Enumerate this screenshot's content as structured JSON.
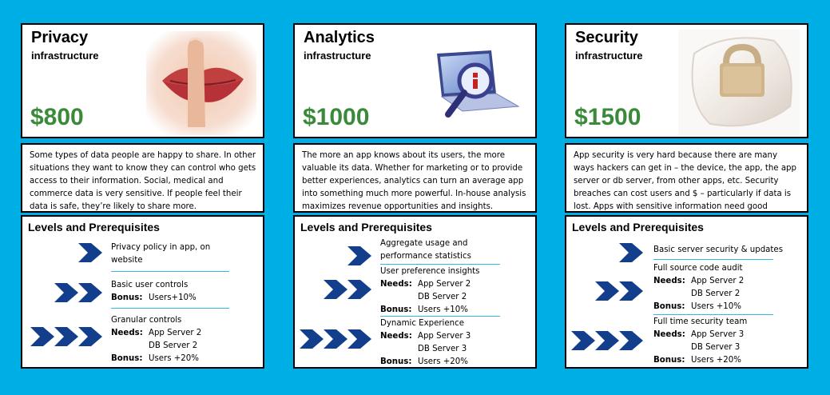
{
  "cards": [
    {
      "title": "Privacy",
      "subtitle": "infrastructure",
      "price": "$800",
      "image": "lips-shush-photo",
      "description": "Some types of data people are happy to share. In other situations they want to know they can control who gets access to their information. Social, medical and commerce data is very sensitive. If people feel their data is safe, they’re likely to share more.",
      "levels_title": "Levels and Prerequisites",
      "levels": [
        {
          "name_lines": [
            "Privacy policy in app, on",
            "website"
          ]
        },
        {
          "name_lines": [
            "Basic  user controls"
          ],
          "bonus_label": "Bonus:",
          "bonus": "Users+10%"
        },
        {
          "name_lines": [
            "Granular controls"
          ],
          "needs_label": "Needs:",
          "needs": [
            "App Server 2",
            "DB Server 2"
          ],
          "bonus_label": "Bonus:",
          "bonus": "Users +20%"
        }
      ]
    },
    {
      "title": "Analytics",
      "subtitle": "infrastructure",
      "price": "$1000",
      "image": "laptop-magnifier-icon",
      "description": "The more an app knows about its users, the more valuable its data. Whether for marketing or to provide better experiences, analytics can turn an average app into something much more powerful. In-house analysis maximizes revenue opportunities and insights.",
      "levels_title": "Levels and Prerequisites",
      "levels": [
        {
          "name_lines": [
            "Aggregate usage and",
            "performance statistics"
          ]
        },
        {
          "name_lines": [
            "User preference insights"
          ],
          "needs_label": "Needs:",
          "needs": [
            "App Server 2",
            "DB Server 2"
          ],
          "bonus_label": "Bonus:",
          "bonus": "Users +10%"
        },
        {
          "name_lines": [
            "Dynamic Experience"
          ],
          "needs_label": "Needs:",
          "needs": [
            "App Server 3",
            "DB Server 3"
          ],
          "bonus_label": "Bonus:",
          "bonus": "Users +20%"
        }
      ]
    },
    {
      "title": "Security",
      "subtitle": "infrastructure",
      "price": "$1500",
      "image": "padlock-key-photo",
      "description": "App security is very hard because there are many ways hackers can get in – the device, the app, the app server or db server, from other apps, etc. Security breaches can cost users and $ – particularly if data is lost. Apps with sensitive information need good security.",
      "levels_title": "Levels and Prerequisites",
      "levels": [
        {
          "name_lines": [
            "Basic server security & updates"
          ]
        },
        {
          "name_lines": [
            "Full source code audit"
          ],
          "needs_label": "Needs:",
          "needs": [
            "App Server 2",
            "DB Server 2"
          ],
          "bonus_label": "Bonus:",
          "bonus": "Users +10%"
        },
        {
          "name_lines": [
            "Full time security team"
          ],
          "needs_label": "Needs:",
          "needs": [
            "App Server 3",
            "DB Server 3"
          ],
          "bonus_label": "Bonus:",
          "bonus": "Users +20%"
        }
      ]
    }
  ],
  "colors": {
    "background": "#00AEE6",
    "price": "#3A8A3A",
    "chevron": "#123E8C",
    "separator": "#35B7E0"
  }
}
